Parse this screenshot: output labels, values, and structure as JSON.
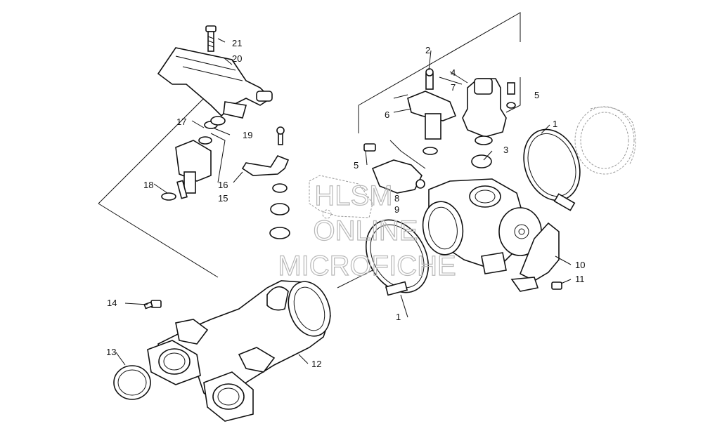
{
  "watermark": {
    "line1": "HLSM",
    "line2": "ONLINE",
    "line3": "MICROFICHE"
  },
  "callouts": {
    "c1a": "1",
    "c1b": "1",
    "c2": "2",
    "c3": "3",
    "c4": "4",
    "c5a": "5",
    "c5b": "5",
    "c6": "6",
    "c7": "7",
    "c8": "8",
    "c9": "9",
    "c10": "10",
    "c11": "11",
    "c12": "12",
    "c13": "13",
    "c14": "14",
    "c15": "15",
    "c16": "16",
    "c17": "17",
    "c18": "18",
    "c19": "19",
    "c20": "20",
    "c21": "21"
  }
}
